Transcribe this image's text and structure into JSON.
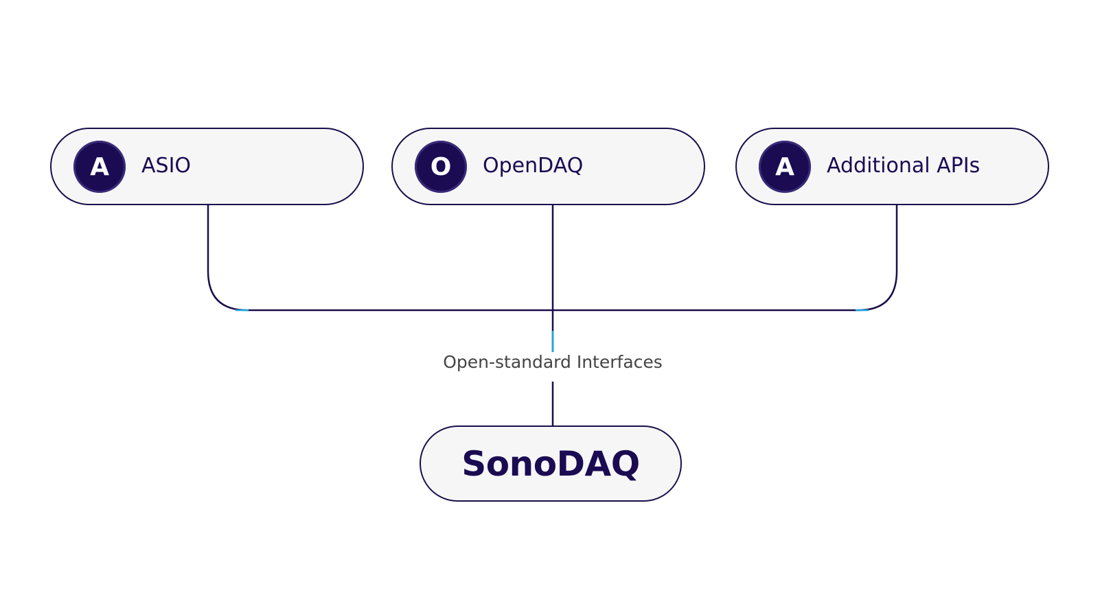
{
  "apis": [
    {
      "badge": "A",
      "label": "ASIO"
    },
    {
      "badge": "O",
      "label": "OpenDAQ"
    },
    {
      "badge": "A",
      "label": "Additional APIs"
    }
  ],
  "interface_label": "Open-standard Interfaces",
  "device_label": "SonoDAQ",
  "colors": {
    "line": "#1a0d4a",
    "badge": "#1b0b52",
    "pill_fill": "#f6f6f7",
    "accent": "#1fa7e0"
  }
}
